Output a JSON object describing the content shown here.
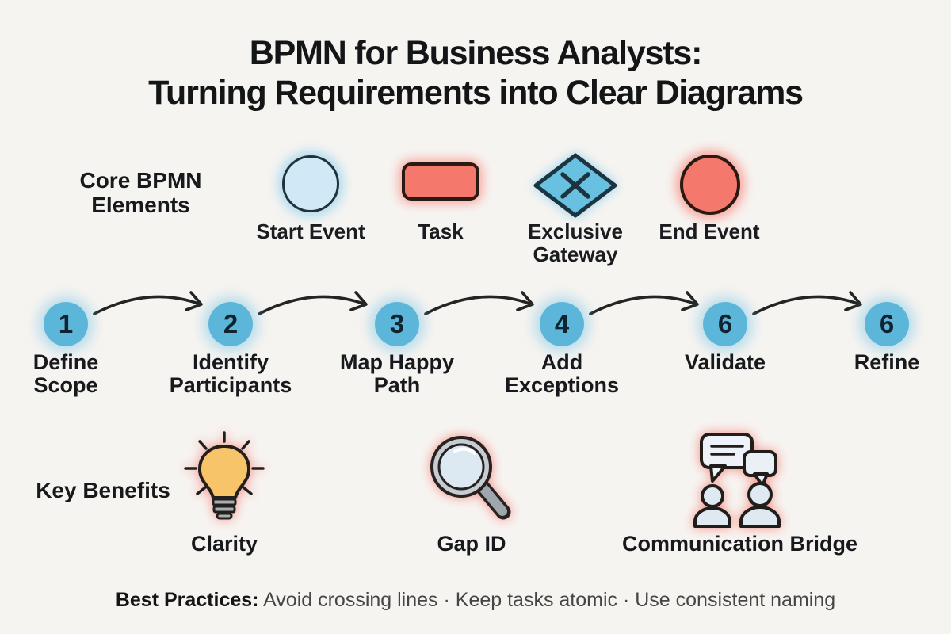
{
  "title": {
    "line1": "BPMN for Business Analysts:",
    "line2": "Turning Requirements into Clear Diagrams"
  },
  "core_elements": {
    "section_label": "Core BPMN Elements",
    "items": [
      {
        "label": "Start Event",
        "shape": "circle",
        "fill": "#cfe9f7"
      },
      {
        "label": "Task",
        "shape": "rounded-rectangle",
        "fill": "#f5786c"
      },
      {
        "label": "Exclusive Gateway",
        "shape": "diamond-with-x",
        "fill": "#69c1e2"
      },
      {
        "label": "End Event",
        "shape": "thick-circle",
        "fill": "#f4786c"
      }
    ]
  },
  "flow": {
    "steps": [
      {
        "number": "1",
        "label": "Define Scope"
      },
      {
        "number": "2",
        "label": "Identify Participants"
      },
      {
        "number": "3",
        "label": "Map Happy Path"
      },
      {
        "number": "4",
        "label": "Add Exceptions"
      },
      {
        "number": "6",
        "label": "Validate"
      },
      {
        "number": "6",
        "label": "Refine"
      }
    ]
  },
  "benefits": {
    "section_label": "Key Benefits",
    "items": [
      {
        "icon": "lightbulb-icon",
        "label": "Clarity"
      },
      {
        "icon": "magnifier-icon",
        "label": "Gap ID"
      },
      {
        "icon": "people-chat-icon",
        "label": "Communication Bridge"
      }
    ]
  },
  "footer": {
    "prefix": "Best Practices:",
    "text": "Avoid crossing lines · Keep tasks atomic · Use consistent naming"
  },
  "colors": {
    "background": "#f6f4f1",
    "ink": "#17191c",
    "light_blue": "#cfe9f7",
    "mid_blue": "#5cb6d9",
    "gateway_blue": "#69c1e2",
    "salmon_red": "#f5786c",
    "bulb_yellow": "#f8c469",
    "metal_gray": "#9fa6ad",
    "blue_glow": "#96d3f0",
    "red_glow": "#f8766a"
  }
}
